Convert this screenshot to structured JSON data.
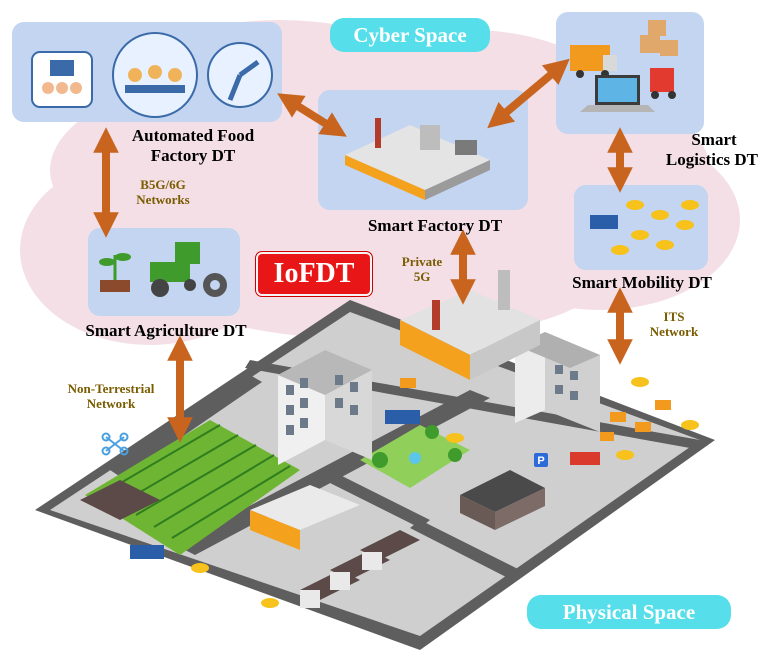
{
  "labels": {
    "cyber_space": "Cyber Space",
    "physical_space": "Physical Space",
    "iofdt": "IoFDT",
    "food_factory_line1": "Automated Food",
    "food_factory_line2": "Factory DT",
    "smart_factory": "Smart Factory DT",
    "smart_logistics_line1": "Smart",
    "smart_logistics_line2": "Logistics DT",
    "smart_mobility": "Smart Mobility DT",
    "smart_agriculture": "Smart Agriculture DT"
  },
  "networks": {
    "b5g_line1": "B5G/6G",
    "b5g_line2": "Networks",
    "private5g_line1": "Private",
    "private5g_line2": "5G",
    "its_line1": "ITS",
    "its_line2": "Network",
    "ntn_line1": "Non-Terrestrial",
    "ntn_line2": "Network"
  },
  "colors": {
    "pill": "#56dfea",
    "badge": "#e81616",
    "arrow": "#c8641e",
    "cloud": "#f3dfe5",
    "twin_box": "#c3d5f0",
    "ground": "#cfcfcf",
    "road": "#5e5e5e"
  },
  "icons": [
    "worker-group-icon",
    "cupcake-machine-icon",
    "robot-arm-icon",
    "truck-icon",
    "forklift-icon",
    "laptop-icon",
    "tractor-icon",
    "plant-icon",
    "gear-icon",
    "factory-icon",
    "drone-icon",
    "parking-icon"
  ]
}
